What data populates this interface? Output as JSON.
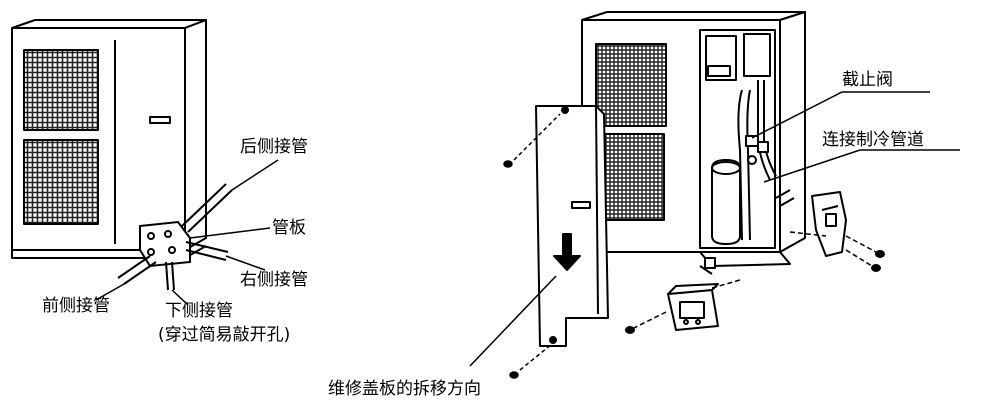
{
  "labels": {
    "rear_pipe": "后侧接管",
    "tube_plate": "管板",
    "right_pipe": "右侧接管",
    "front_pipe": "前侧接管",
    "bottom_pipe": "下侧接管",
    "knockout_note": "(穿过简易敲开孔)",
    "stop_valve": "截止阀",
    "refrigerant_pipe": "连接制冷管道",
    "cover_removal": "维修盖板的拆移方向"
  }
}
